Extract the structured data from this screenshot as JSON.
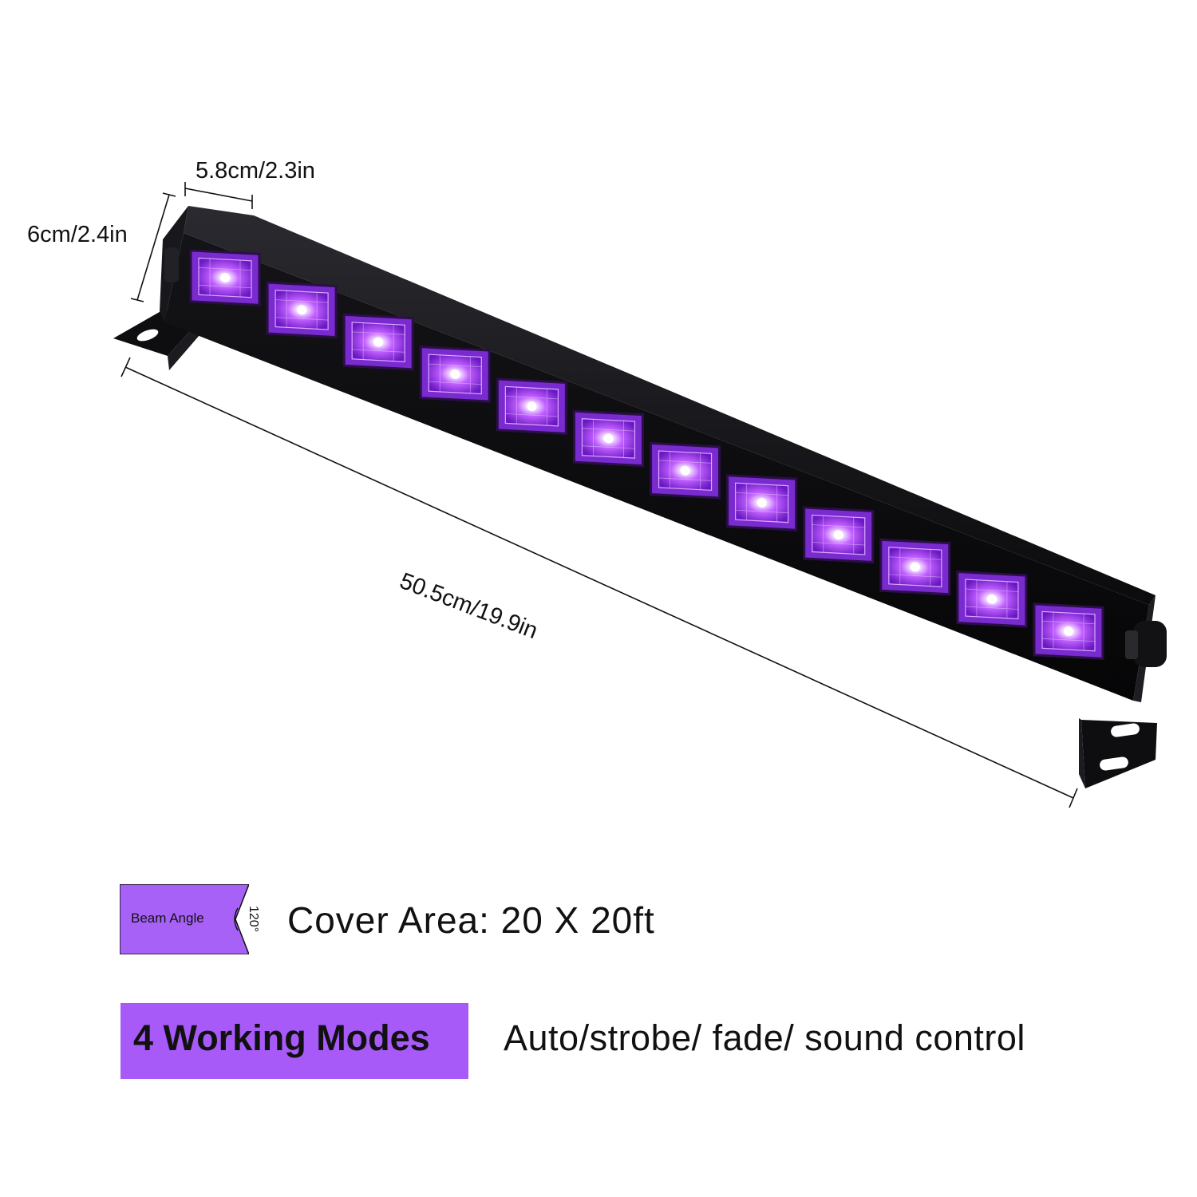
{
  "dimensions": {
    "width_label": "5.8cm/2.3in",
    "height_label": "6cm/2.4in",
    "length_label": "50.5cm/19.9in"
  },
  "beam": {
    "label": "Beam Angle",
    "angle": "120°",
    "cover_area": "Cover Area: 20 X 20ft"
  },
  "modes": {
    "title": "4 Working Modes",
    "list": "Auto/strobe/ fade/ sound control"
  },
  "product": {
    "led_count": 12,
    "led_color": "#b14cff",
    "body_color": "#101012"
  },
  "colors": {
    "accent": "#a85af9",
    "flag": "#a861f7"
  }
}
